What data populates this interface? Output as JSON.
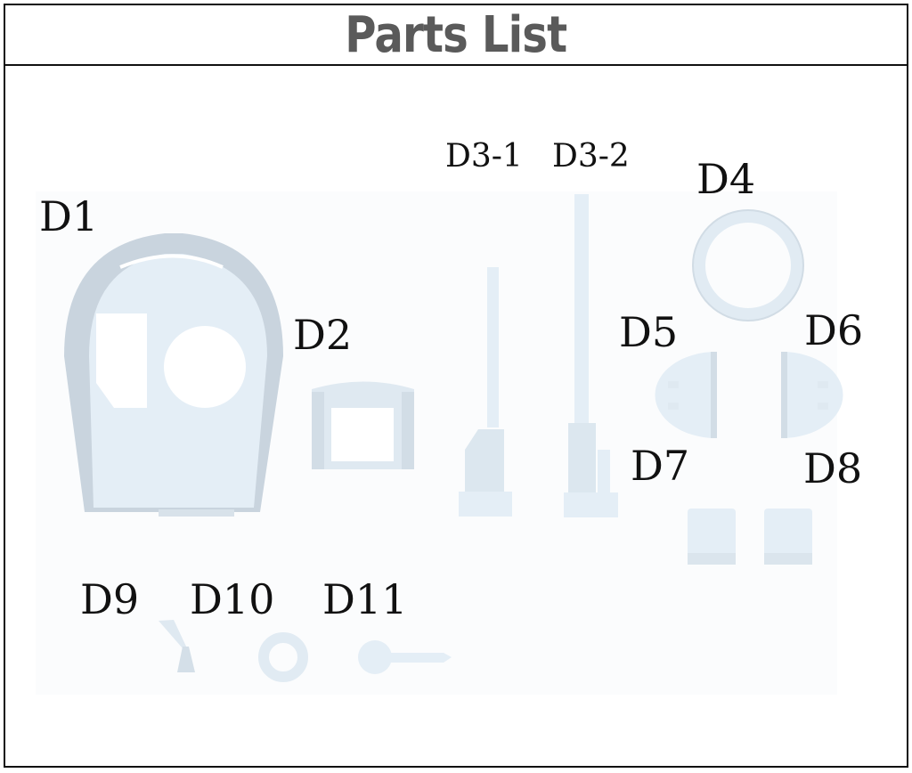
{
  "header": {
    "title": "Parts List"
  },
  "parts": {
    "d1": "D1",
    "d2": "D2",
    "d3_1": "D3-1",
    "d3_2": "D3-2",
    "d4": "D4",
    "d5": "D5",
    "d6": "D6",
    "d7": "D7",
    "d8": "D8",
    "d9": "D9",
    "d10": "D10",
    "d11": "D11"
  },
  "colors": {
    "part_fill": "#e4eef6",
    "part_shade": "#c9d4de",
    "background_tint": "#fbfcfd",
    "title": "#5a5a5a"
  }
}
